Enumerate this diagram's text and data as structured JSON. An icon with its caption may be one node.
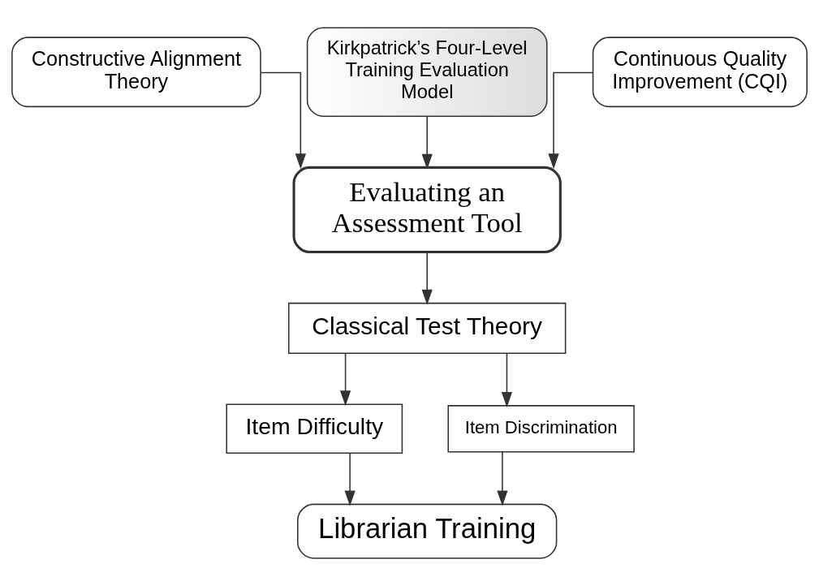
{
  "diagram": {
    "nodes": [
      {
        "text": [
          "Constructive Alignment Theory"
        ]
      },
      {
        "text": [
          "Kirkpatrick’s Four-Level Training Evaluation Model"
        ]
      },
      {
        "text": [
          "Continuous Quality Improvement (CQI)"
        ]
      },
      {
        "text": [
          "Evaluating an Assessment Tool"
        ]
      },
      {
        "text": [
          "Classical Test Theory"
        ]
      },
      {
        "text": [
          "Item Difficulty"
        ]
      },
      {
        "text": [
          "Item Discrimination"
        ]
      },
      {
        "text": [
          "Librarian Training"
        ]
      }
    ],
    "edges": [
      {
        "from": 0,
        "to": 3,
        "arrow": "to"
      },
      {
        "from": 1,
        "to": 3,
        "arrow": "to"
      },
      {
        "from": 2,
        "to": 3,
        "arrow": "to"
      },
      {
        "from": 3,
        "to": 4,
        "arrow": "to"
      },
      {
        "from": 4,
        "to": 5,
        "arrow": "to"
      },
      {
        "from": 4,
        "to": 6,
        "arrow": "to"
      },
      {
        "from": 5,
        "to": 7,
        "arrow": "to"
      },
      {
        "from": 6,
        "to": 7,
        "arrow": "to"
      }
    ]
  }
}
